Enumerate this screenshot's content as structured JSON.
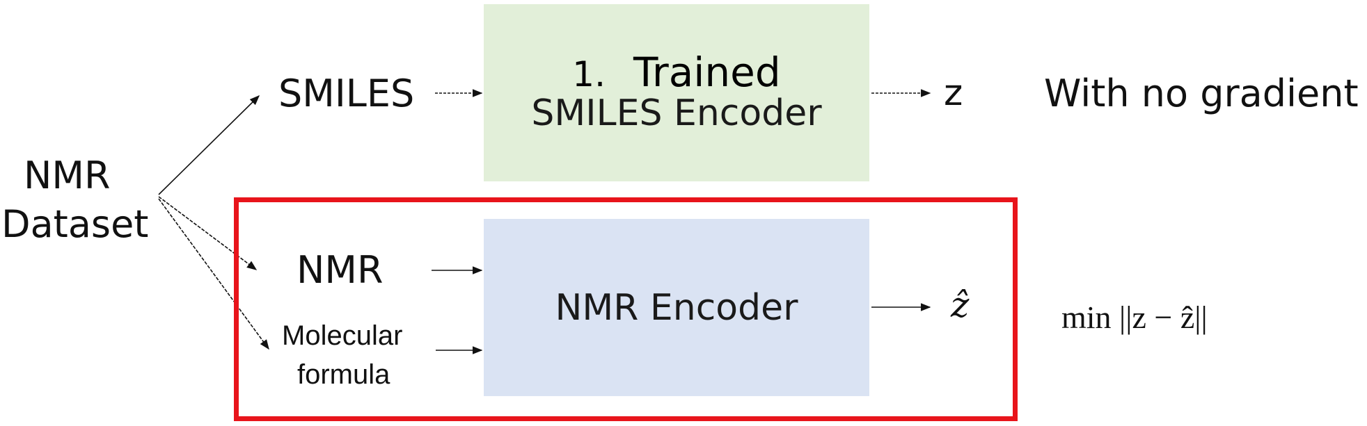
{
  "source": {
    "line1": "NMR",
    "line2": "Dataset"
  },
  "inputs": {
    "smiles": "SMILES",
    "nmr": "NMR",
    "formula_line1": "Molecular",
    "formula_line2": "formula"
  },
  "smiles_encoder": {
    "number": "1.",
    "title": "Trained",
    "subtitle": "SMILES Encoder"
  },
  "nmr_encoder": {
    "title": "NMR Encoder"
  },
  "outputs": {
    "z": "z",
    "z_hat": "ẑ"
  },
  "notes": {
    "no_gradient": "With no gradient",
    "objective": "min ||z − ẑ||"
  },
  "colors": {
    "smiles_box_fill": "#e2efd9",
    "nmr_box_fill": "#dae3f3",
    "highlight_frame": "#e8141b"
  }
}
